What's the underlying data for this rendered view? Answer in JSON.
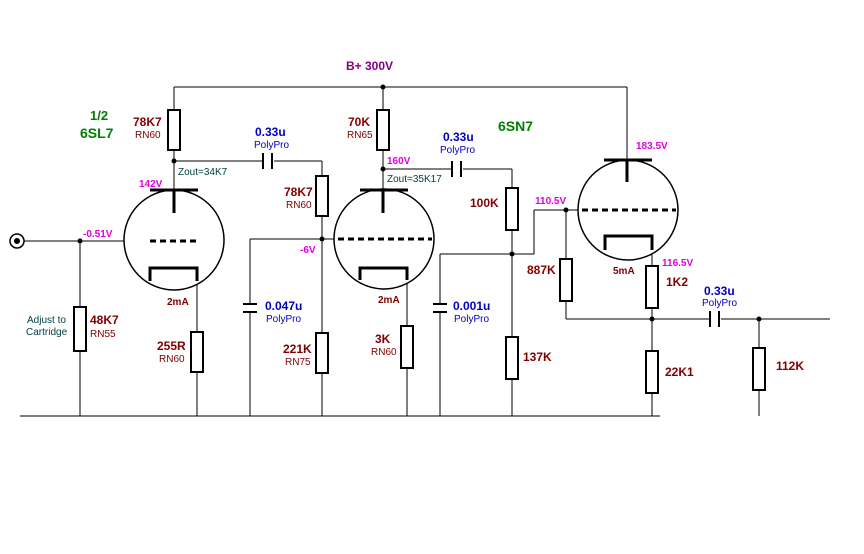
{
  "colors": {
    "value": "#800000",
    "voltage": "#e000e0",
    "capacitor": "#0000c0",
    "supply": "#800080",
    "tube": "#008000",
    "note": "#004040",
    "wire": "#000000"
  },
  "supply": "B+ 300V",
  "tubes": {
    "v1_fraction": "1/2",
    "v1_type": "6SL7",
    "v2_type": "6SN7"
  },
  "voltages": {
    "v1_plate": "142V",
    "v1_grid": "-0.51V",
    "v2_plate": "160V",
    "v2_grid": "-6V",
    "v3_grid": "110.5V",
    "v3_plate": "183.5V",
    "v3_cathode": "116.5V"
  },
  "currents": {
    "v1": "2mA",
    "v2": "2mA",
    "v3": "5mA"
  },
  "notes": {
    "zout1": "Zout=34K7",
    "zout2": "Zout=35K17",
    "adjust_line1": "Adjust to",
    "adjust_line2": "Cartridge"
  },
  "resistors": {
    "r_input": {
      "value": "48K7",
      "type": "RN55"
    },
    "r_plate1": {
      "value": "78K7",
      "type": "RN60"
    },
    "r_cathode1": {
      "value": "255R",
      "type": "RN60"
    },
    "r_grid2": {
      "value": "78K7",
      "type": "RN60"
    },
    "r_shunt2": {
      "value": "221K",
      "type": "RN75"
    },
    "r_plate2": {
      "value": "70K",
      "type": "RN65"
    },
    "r_cathode2": {
      "value": "3K",
      "type": "RN60"
    },
    "r_div_top": {
      "value": "100K"
    },
    "r_div_bot": {
      "value": "137K"
    },
    "r_fb": {
      "value": "887K"
    },
    "r_cathode3": {
      "value": "1K2"
    },
    "r_load3": {
      "value": "22K1"
    },
    "r_out": {
      "value": "112K"
    }
  },
  "capacitors": {
    "c_couple1": {
      "value": "0.33u",
      "type": "PolyPro"
    },
    "c_shunt1": {
      "value": "0.047u",
      "type": "PolyPro"
    },
    "c_couple2": {
      "value": "0.33u",
      "type": "PolyPro"
    },
    "c_shunt2": {
      "value": "0.001u",
      "type": "PolyPro"
    },
    "c_out": {
      "value": "0.33u",
      "type": "PolyPro"
    }
  }
}
